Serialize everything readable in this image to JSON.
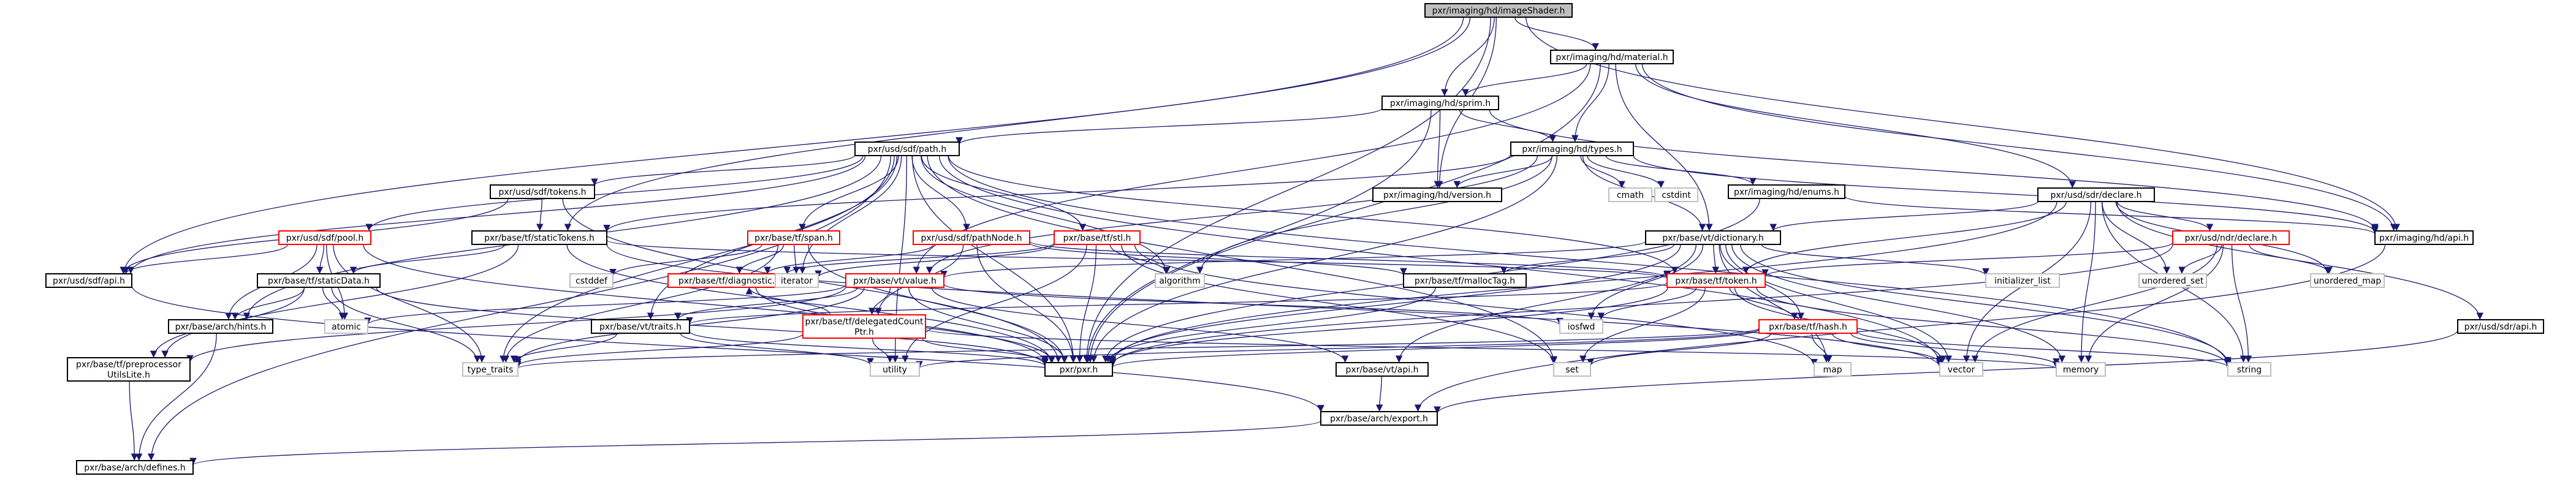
{
  "colors": {
    "edge": "#191970",
    "node_border": "#000000",
    "node_border_red": "#ff0000",
    "node_border_gray": "#bfbfbf",
    "root_fill": "#bfbfbf",
    "node_fill": "#ffffff"
  },
  "nodes": [
    {
      "id": "imageShader",
      "label": "pxr/imaging/hd/imageShader.h",
      "kind": "root"
    },
    {
      "id": "material",
      "label": "pxr/imaging/hd/material.h",
      "kind": "normal"
    },
    {
      "id": "sprim",
      "label": "pxr/imaging/hd/sprim.h",
      "kind": "normal"
    },
    {
      "id": "path",
      "label": "pxr/usd/sdf/path.h",
      "kind": "normal"
    },
    {
      "id": "types",
      "label": "pxr/imaging/hd/types.h",
      "kind": "normal"
    },
    {
      "id": "sdfTokens",
      "label": "pxr/usd/sdf/tokens.h",
      "kind": "normal"
    },
    {
      "id": "hdVersion",
      "label": "pxr/imaging/hd/version.h",
      "kind": "normal"
    },
    {
      "id": "cmath",
      "label": "cmath",
      "kind": "gray"
    },
    {
      "id": "cstdint",
      "label": "cstdint",
      "kind": "gray"
    },
    {
      "id": "hdEnums",
      "label": "pxr/imaging/hd/enums.h",
      "kind": "normal"
    },
    {
      "id": "sdrDeclare",
      "label": "pxr/usd/sdr/declare.h",
      "kind": "normal"
    },
    {
      "id": "hdApi",
      "label": "pxr/imaging/hd/api.h",
      "kind": "normal"
    },
    {
      "id": "staticTokens",
      "label": "pxr/base/tf/staticTokens.h",
      "kind": "normal"
    },
    {
      "id": "pool",
      "label": "pxr/usd/sdf/pool.h",
      "kind": "red"
    },
    {
      "id": "span",
      "label": "pxr/base/tf/span.h",
      "kind": "red"
    },
    {
      "id": "pathNode",
      "label": "pxr/usd/sdf/pathNode.h",
      "kind": "red"
    },
    {
      "id": "stl",
      "label": "pxr/base/tf/stl.h",
      "kind": "red"
    },
    {
      "id": "dictionary",
      "label": "pxr/base/vt/dictionary.h",
      "kind": "normal"
    },
    {
      "id": "ndrDeclare",
      "label": "pxr/usd/ndr/declare.h",
      "kind": "red"
    },
    {
      "id": "sdfApi",
      "label": "pxr/usd/sdf/api.h",
      "kind": "normal"
    },
    {
      "id": "cstddef",
      "label": "cstddef",
      "kind": "gray"
    },
    {
      "id": "diagnostic",
      "label": "pxr/base/tf/diagnostic.h",
      "kind": "red"
    },
    {
      "id": "iterator",
      "label": "iterator",
      "kind": "gray"
    },
    {
      "id": "algorithm",
      "label": "algorithm",
      "kind": "gray"
    },
    {
      "id": "mallocTag",
      "label": "pxr/base/tf/mallocTag.h",
      "kind": "normal"
    },
    {
      "id": "token",
      "label": "pxr/base/tf/token.h",
      "kind": "red"
    },
    {
      "id": "initializerList",
      "label": "initializer_list",
      "kind": "gray"
    },
    {
      "id": "unorderedSet",
      "label": "unordered_set",
      "kind": "gray"
    },
    {
      "id": "unorderedMap",
      "label": "unordered_map",
      "kind": "gray"
    },
    {
      "id": "staticData",
      "label": "pxr/base/tf/staticData.h",
      "kind": "normal"
    },
    {
      "id": "vtValue",
      "label": "pxr/base/vt/value.h",
      "kind": "red"
    },
    {
      "id": "archHints",
      "label": "pxr/base/arch/hints.h",
      "kind": "normal"
    },
    {
      "id": "atomic",
      "label": "atomic",
      "kind": "gray"
    },
    {
      "id": "vtTraits",
      "label": "pxr/base/vt/traits.h",
      "kind": "normal"
    },
    {
      "id": "delegatedCount",
      "label": "pxr/base/tf/delegatedCount\nPtr.h",
      "kind": "red"
    },
    {
      "id": "iosfwd",
      "label": "iosfwd",
      "kind": "gray"
    },
    {
      "id": "hash",
      "label": "pxr/base/tf/hash.h",
      "kind": "red"
    },
    {
      "id": "sdrApi",
      "label": "pxr/usd/sdr/api.h",
      "kind": "normal"
    },
    {
      "id": "preprocessor",
      "label": "pxr/base/tf/preprocessor\nUtilsLite.h",
      "kind": "normal"
    },
    {
      "id": "typeTraits",
      "label": "type_traits",
      "kind": "gray"
    },
    {
      "id": "utility",
      "label": "utility",
      "kind": "gray"
    },
    {
      "id": "pxr",
      "label": "pxr/pxr.h",
      "kind": "normal"
    },
    {
      "id": "vtApi",
      "label": "pxr/base/vt/api.h",
      "kind": "normal"
    },
    {
      "id": "set",
      "label": "set",
      "kind": "gray"
    },
    {
      "id": "map",
      "label": "map",
      "kind": "gray"
    },
    {
      "id": "vector",
      "label": "vector",
      "kind": "gray"
    },
    {
      "id": "memory",
      "label": "memory",
      "kind": "gray"
    },
    {
      "id": "string",
      "label": "string",
      "kind": "gray"
    },
    {
      "id": "archExport",
      "label": "pxr/base/arch/export.h",
      "kind": "normal"
    },
    {
      "id": "archDefines",
      "label": "pxr/base/arch/defines.h",
      "kind": "normal"
    }
  ],
  "edges": [
    [
      "imageShader",
      "material"
    ],
    [
      "imageShader",
      "sprim"
    ],
    [
      "imageShader",
      "hdVersion"
    ],
    [
      "imageShader",
      "hdApi"
    ],
    [
      "imageShader",
      "staticTokens"
    ],
    [
      "imageShader",
      "pxr"
    ],
    [
      "imageShader",
      "sdfApi"
    ],
    [
      "material",
      "sprim"
    ],
    [
      "material",
      "types"
    ],
    [
      "material",
      "sdrDeclare"
    ],
    [
      "material",
      "hdApi"
    ],
    [
      "material",
      "dictionary"
    ],
    [
      "material",
      "vtValue"
    ],
    [
      "material",
      "pxr"
    ],
    [
      "sprim",
      "path"
    ],
    [
      "sprim",
      "types"
    ],
    [
      "sprim",
      "hdVersion"
    ],
    [
      "sprim",
      "hdApi"
    ],
    [
      "sprim",
      "pxr"
    ],
    [
      "path",
      "sdfTokens"
    ],
    [
      "path",
      "pool"
    ],
    [
      "path",
      "span"
    ],
    [
      "path",
      "pathNode"
    ],
    [
      "path",
      "stl"
    ],
    [
      "path",
      "token"
    ],
    [
      "path",
      "sdfApi"
    ],
    [
      "path",
      "vtTraits"
    ],
    [
      "path",
      "archHints"
    ],
    [
      "path",
      "algorithm"
    ],
    [
      "path",
      "iterator"
    ],
    [
      "path",
      "set"
    ],
    [
      "path",
      "string"
    ],
    [
      "path",
      "typeTraits"
    ],
    [
      "path",
      "utility"
    ],
    [
      "path",
      "vector"
    ],
    [
      "path",
      "archDefines"
    ],
    [
      "path",
      "pxr"
    ],
    [
      "types",
      "hdVersion"
    ],
    [
      "types",
      "cmath"
    ],
    [
      "types",
      "cstdint"
    ],
    [
      "types",
      "hdEnums"
    ],
    [
      "types",
      "hdApi"
    ],
    [
      "types",
      "vtValue"
    ],
    [
      "types",
      "dictionary"
    ],
    [
      "types",
      "staticTokens"
    ],
    [
      "types",
      "algorithm"
    ],
    [
      "types",
      "pxr"
    ],
    [
      "sdfTokens",
      "staticTokens"
    ],
    [
      "sdfTokens",
      "sdfApi"
    ],
    [
      "sdfTokens",
      "pxr"
    ],
    [
      "hdEnums",
      "hdApi"
    ],
    [
      "hdEnums",
      "pxr"
    ],
    [
      "sdrDeclare",
      "ndrDeclare"
    ],
    [
      "sdrDeclare",
      "sdrApi"
    ],
    [
      "sdrDeclare",
      "token"
    ],
    [
      "sdrDeclare",
      "unorderedSet"
    ],
    [
      "sdrDeclare",
      "unorderedMap"
    ],
    [
      "sdrDeclare",
      "vector"
    ],
    [
      "sdrDeclare",
      "memory"
    ],
    [
      "sdrDeclare",
      "string"
    ],
    [
      "sdrDeclare",
      "pxr"
    ],
    [
      "sdrDeclare",
      "dictionary"
    ],
    [
      "hdApi",
      "archExport"
    ],
    [
      "staticTokens",
      "staticData"
    ],
    [
      "staticTokens",
      "token"
    ],
    [
      "staticTokens",
      "preprocessor"
    ],
    [
      "staticTokens",
      "vector"
    ],
    [
      "staticTokens",
      "pxr"
    ],
    [
      "pool",
      "sdfApi"
    ],
    [
      "pool",
      "staticData"
    ],
    [
      "pool",
      "archHints"
    ],
    [
      "pool",
      "atomic"
    ],
    [
      "pool",
      "pxr"
    ],
    [
      "pool",
      "typeTraits"
    ],
    [
      "span",
      "diagnostic"
    ],
    [
      "span",
      "iterator"
    ],
    [
      "span",
      "cstddef"
    ],
    [
      "span",
      "typeTraits"
    ],
    [
      "span",
      "pxr"
    ],
    [
      "pathNode",
      "diagnostic"
    ],
    [
      "pathNode",
      "delegatedCount"
    ],
    [
      "pathNode",
      "token"
    ],
    [
      "pathNode",
      "mallocTag"
    ],
    [
      "pathNode",
      "pxr"
    ],
    [
      "stl",
      "diagnostic"
    ],
    [
      "stl",
      "iterator"
    ],
    [
      "stl",
      "algorithm"
    ],
    [
      "stl",
      "map"
    ],
    [
      "stl",
      "set"
    ],
    [
      "stl",
      "utility"
    ],
    [
      "stl",
      "pxr"
    ],
    [
      "dictionary",
      "mallocTag"
    ],
    [
      "dictionary",
      "token"
    ],
    [
      "dictionary",
      "hash"
    ],
    [
      "dictionary",
      "vtValue"
    ],
    [
      "dictionary",
      "initializerList"
    ],
    [
      "dictionary",
      "iosfwd"
    ],
    [
      "dictionary",
      "map"
    ],
    [
      "dictionary",
      "memory"
    ],
    [
      "dictionary",
      "vtApi"
    ],
    [
      "dictionary",
      "pxr"
    ],
    [
      "dictionary",
      "string"
    ],
    [
      "dictionary",
      "vector"
    ],
    [
      "ndrDeclare",
      "token"
    ],
    [
      "ndrDeclare",
      "unorderedSet"
    ],
    [
      "ndrDeclare",
      "unorderedMap"
    ],
    [
      "ndrDeclare",
      "vector"
    ],
    [
      "ndrDeclare",
      "memory"
    ],
    [
      "ndrDeclare",
      "string"
    ],
    [
      "ndrDeclare",
      "pxr"
    ],
    [
      "sdfApi",
      "archExport"
    ],
    [
      "diagnostic",
      "pxr"
    ],
    [
      "mallocTag",
      "pxr"
    ],
    [
      "token",
      "hash"
    ],
    [
      "token",
      "iosfwd"
    ],
    [
      "token",
      "vector"
    ],
    [
      "token",
      "set"
    ],
    [
      "token",
      "string"
    ],
    [
      "token",
      "pxr"
    ],
    [
      "token",
      "vtTraits"
    ],
    [
      "staticData",
      "preprocessor"
    ],
    [
      "staticData",
      "archHints"
    ],
    [
      "staticData",
      "atomic"
    ],
    [
      "staticData",
      "typeTraits"
    ],
    [
      "staticData",
      "pxr"
    ],
    [
      "vtValue",
      "vtTraits"
    ],
    [
      "vtValue",
      "delegatedCount"
    ],
    [
      "vtValue",
      "atomic"
    ],
    [
      "vtValue",
      "iosfwd"
    ],
    [
      "vtValue",
      "typeTraits"
    ],
    [
      "vtValue",
      "vtApi"
    ],
    [
      "vtValue",
      "pxr"
    ],
    [
      "vtValue",
      "preprocessor"
    ],
    [
      "archHints",
      "archDefines"
    ],
    [
      "vtTraits",
      "typeTraits"
    ],
    [
      "vtTraits",
      "utility"
    ],
    [
      "vtTraits",
      "pxr"
    ],
    [
      "delegatedCount",
      "diagnostic"
    ],
    [
      "delegatedCount",
      "utility"
    ],
    [
      "delegatedCount",
      "memory"
    ],
    [
      "delegatedCount",
      "typeTraits"
    ],
    [
      "delegatedCount",
      "pxr"
    ],
    [
      "hash",
      "map"
    ],
    [
      "hash",
      "memory"
    ],
    [
      "hash",
      "set"
    ],
    [
      "hash",
      "string"
    ],
    [
      "hash",
      "typeTraits"
    ],
    [
      "hash",
      "utility"
    ],
    [
      "hash",
      "vector"
    ],
    [
      "hash",
      "pxr"
    ],
    [
      "sdrApi",
      "archExport"
    ],
    [
      "preprocessor",
      "archDefines"
    ],
    [
      "vtApi",
      "archExport"
    ],
    [
      "archExport",
      "archDefines"
    ]
  ]
}
